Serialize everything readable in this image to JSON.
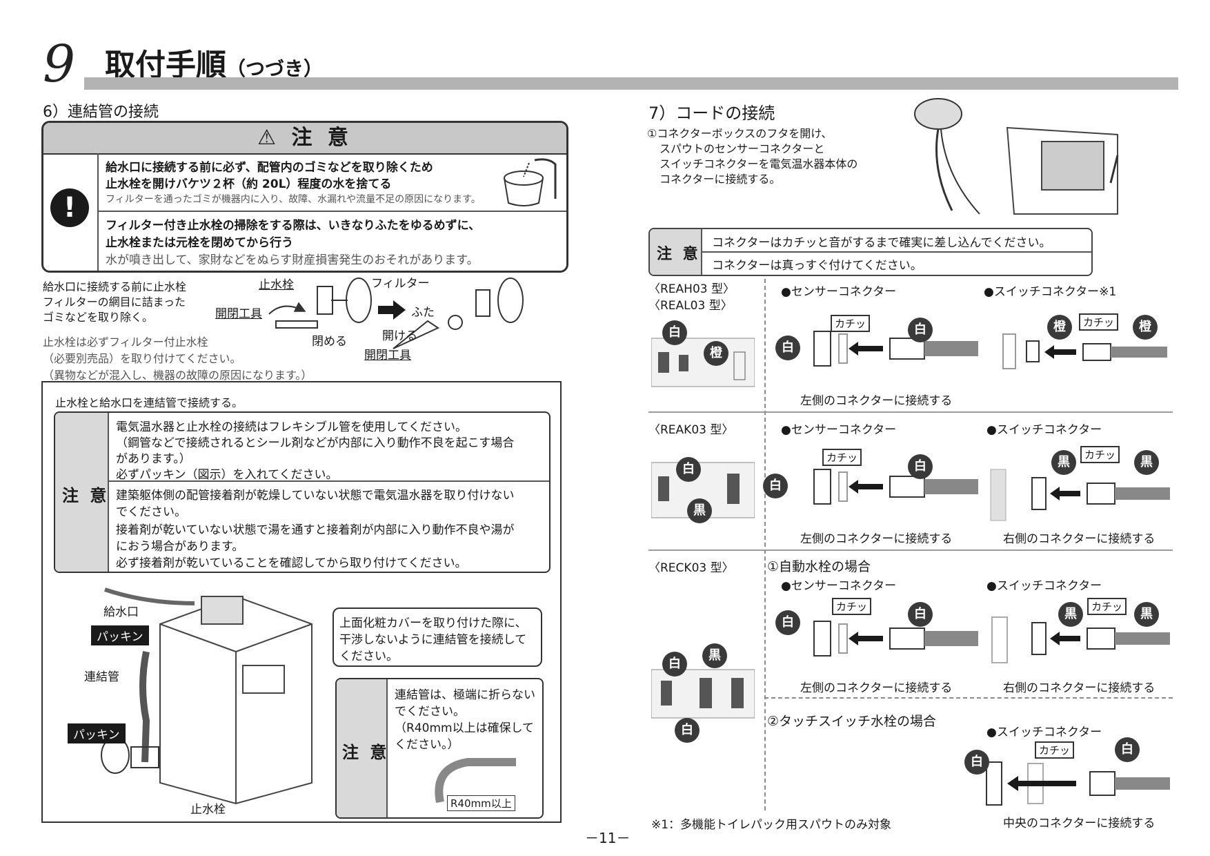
{
  "header": {
    "number": "9",
    "title": "取付手順",
    "subtitle": "（つづき）"
  },
  "left": {
    "section6": "6）連結管の接続",
    "caution1": {
      "title": "注 意",
      "row1": {
        "line1": "給水口に接続する前に必ず、配管内のゴミなどを取り除くため",
        "line2": "止水栓を開けバケツ２杯（約 20L）程度の水を捨てる",
        "line3": "フィルターを通ったゴミが機器内に入り、故障、水漏れや流量不足の原因になります。"
      },
      "row2": {
        "line1": "フィルター付き止水栓の掃除をする際は、いきなりふたをゆるめずに、",
        "line2": "止水栓または元栓を閉めてから行う",
        "line3": "水が噴き出して、家財などをぬらす財産損害発生のおそれがあります。"
      }
    },
    "filter_text": [
      "給水口に接続する前に止水栓",
      "フィルターの網目に詰まった",
      "ゴミなどを取り除く。"
    ],
    "filter_note": [
      "止水栓は必ずフィルター付止水栓",
      "（必要別売品）を取り付けてください。",
      "（異物などが混入し、機器の故障の原因になります。）"
    ],
    "fig_labels": {
      "valve": "止水栓",
      "tool1": "開閉工具",
      "close": "閉める",
      "filter": "フィルター",
      "lid": "ふた",
      "open": "開ける",
      "tool2": "開閉工具"
    },
    "box": {
      "intro": "止水栓と給水口を連結管で接続する。",
      "caution_label": "注 意",
      "c1": [
        "電気温水器と止水栓の接続はフレキシブル管を使用してください。",
        "（鋼管などで接続されるとシール剤などが内部に入り動作不良を起こす場合",
        "があります。）",
        "必ずパッキン（図示）を入れてください。"
      ],
      "c2": [
        "建築躯体側の配管接着剤が乾燥していない状態で電気温水器を取り付けない",
        "でください。",
        "接着剤が乾いていない状態で湯を通すと接着剤が内部に入り動作不良や湯が",
        "におう場合があります。",
        "必ず接着剤が乾いていることを確認してから取り付けてください。"
      ],
      "fig": {
        "inlet": "給水口",
        "packing1": "パッキン",
        "pipe": "連結管",
        "packing2": "パッキン",
        "valve": "止水栓"
      },
      "callout": [
        "上面化粧カバーを取り付けた際に、",
        "干渉しないように連結管を接続して",
        "ください。"
      ],
      "caution2_label": "注 意",
      "caution2": [
        "連結管は、極端に折らない",
        "でください。",
        "（R40mm以上は確保して",
        "ください。）"
      ],
      "r40": "R40mm以上"
    }
  },
  "right": {
    "section7": "7）コードの接続",
    "step1": [
      "①コネクターボックスのフタを開け、",
      "スパウトのセンサーコネクターと",
      "スイッチコネクターを電気温水器本体の",
      "コネクターに接続する。"
    ],
    "caution": {
      "label": "注 意",
      "line1": "コネクターはカチッと音がするまで確実に差し込んでください。",
      "line2": "コネクターは真っすぐ付けてください。"
    },
    "models": {
      "reah": "〈REAH03 型〉",
      "real": "〈REAL03 型〉",
      "reak": "〈REAK03 型〉",
      "reck": "〈RECK03 型〉"
    },
    "sensor": "●センサーコネクター",
    "switch_n1": "●スイッチコネクター※1",
    "switch": "●スイッチコネクター",
    "click": "カチッ",
    "colors": {
      "white": "白",
      "orange": "橙",
      "black": "黒"
    },
    "connect_left": "左側のコネクターに接続する",
    "connect_right": "右側のコネクターに接続する",
    "connect_center": "中央のコネクターに接続する",
    "auto_faucet": "①自動水栓の場合",
    "touch_faucet": "②タッチスイッチ水栓の場合",
    "footnote": "※1：多機能トイレパック用スパウトのみ対象"
  },
  "page": "－11－"
}
